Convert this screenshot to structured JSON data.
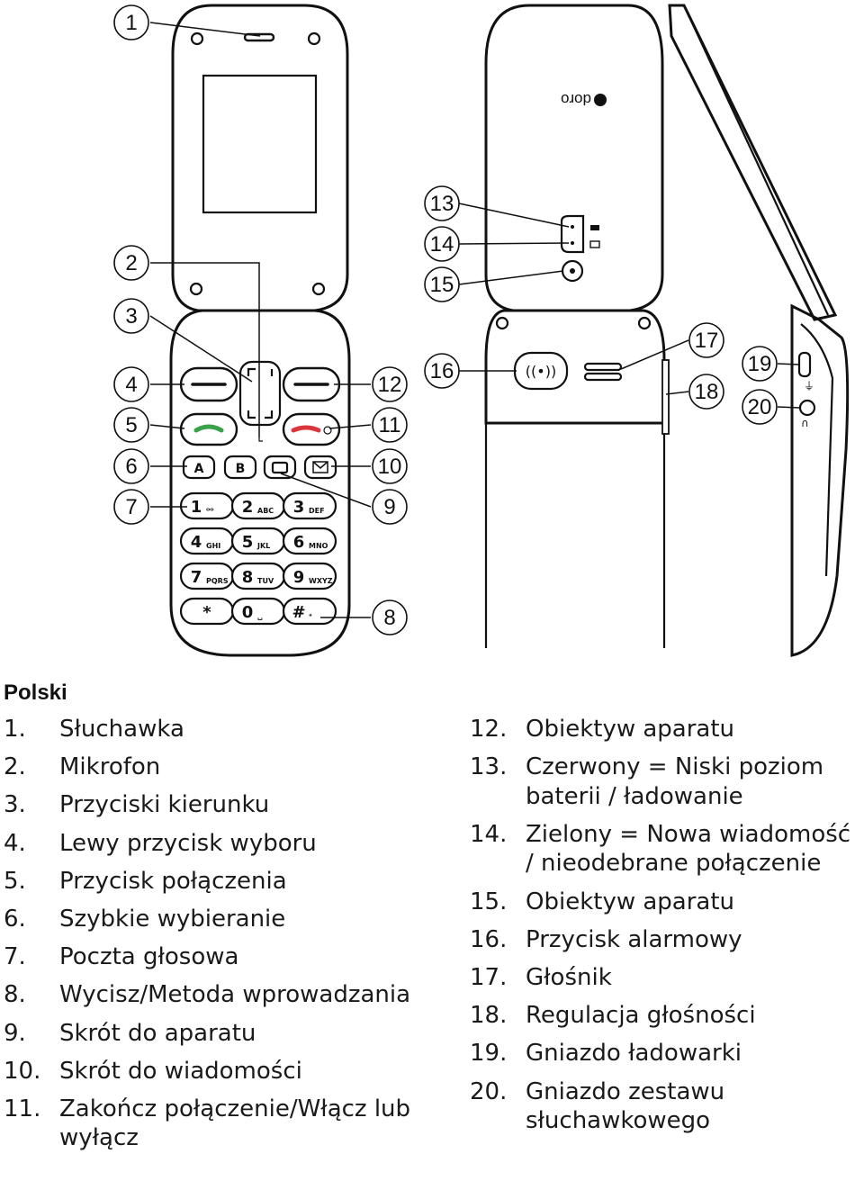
{
  "brand": "doro",
  "callouts": [
    "1",
    "2",
    "3",
    "4",
    "5",
    "6",
    "7",
    "8",
    "9",
    "10",
    "11",
    "12",
    "13",
    "14",
    "15",
    "16",
    "17",
    "18",
    "19",
    "20"
  ],
  "keypad": {
    "soft_a": "A",
    "soft_b": "B",
    "keys": [
      {
        "digit": "1",
        "letters": "ᴼᴼ"
      },
      {
        "digit": "2",
        "letters": "ABC"
      },
      {
        "digit": "3",
        "letters": "DEF"
      },
      {
        "digit": "4",
        "letters": "GHI"
      },
      {
        "digit": "5",
        "letters": "JKL"
      },
      {
        "digit": "6",
        "letters": "MNO"
      },
      {
        "digit": "7",
        "letters": "PQRS"
      },
      {
        "digit": "8",
        "letters": "TUV"
      },
      {
        "digit": "9",
        "letters": "WXYZ"
      },
      {
        "digit": "*",
        "letters": ""
      },
      {
        "digit": "0",
        "letters": "␣"
      },
      {
        "digit": "#",
        "letters": "ᵃ"
      }
    ]
  },
  "legend": {
    "title": "Polski",
    "left": [
      {
        "num": "1.",
        "text": "Słuchawka"
      },
      {
        "num": "2.",
        "text": "Mikrofon"
      },
      {
        "num": "3.",
        "text": "Przyciski kierunku"
      },
      {
        "num": "4.",
        "text": "Lewy przycisk wyboru"
      },
      {
        "num": "5.",
        "text": "Przycisk połączenia"
      },
      {
        "num": "6.",
        "text": "Szybkie wybieranie"
      },
      {
        "num": "7.",
        "text": "Poczta głosowa"
      },
      {
        "num": "8.",
        "text": "Wycisz/Metoda wprowadzania"
      },
      {
        "num": "9.",
        "text": "Skrót do aparatu"
      },
      {
        "num": "10.",
        "text": "Skrót do wiadomości"
      },
      {
        "num": "11.",
        "text": "Zakończ połączenie/Włącz lub wyłącz"
      }
    ],
    "right": [
      {
        "num": "12.",
        "text": "Obiektyw aparatu"
      },
      {
        "num": "13.",
        "text": "Czerwony = Niski poziom baterii / ładowanie"
      },
      {
        "num": "14.",
        "text": "Zielony = Nowa wiadomość / nieodebrane połączenie"
      },
      {
        "num": "15.",
        "text": "Obiektyw aparatu"
      },
      {
        "num": "16.",
        "text": "Przycisk alarmowy"
      },
      {
        "num": "17.",
        "text": "Głośnik"
      },
      {
        "num": "18.",
        "text": "Regulacja głośności"
      },
      {
        "num": "19.",
        "text": "Gniazdo ładowarki"
      },
      {
        "num": "20.",
        "text": "Gniazdo zestawu słuchawkowego"
      }
    ]
  },
  "colors": {
    "call_green": "#3aa04a",
    "end_red": "#d9363e",
    "ink": "#111111"
  }
}
